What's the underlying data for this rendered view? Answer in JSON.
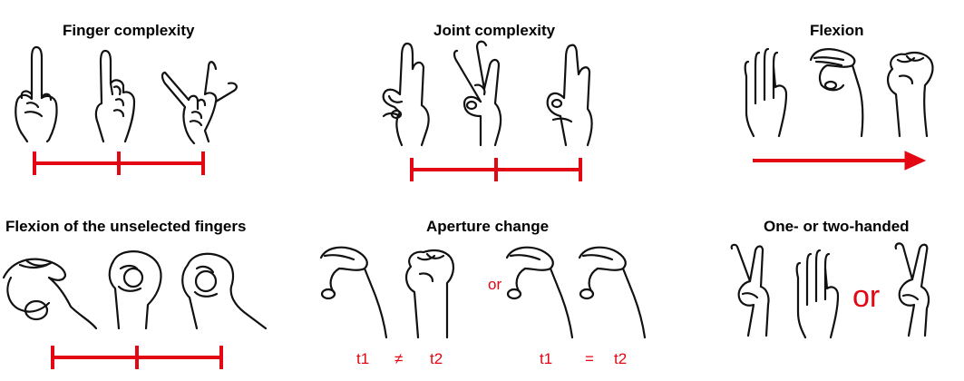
{
  "panels": {
    "finger_complexity": {
      "title": "Finger complexity"
    },
    "joint_complexity": {
      "title": "Joint complexity"
    },
    "flexion": {
      "title": "Flexion"
    },
    "flexion_unselected": {
      "title": "Flexion of the unselected fingers"
    },
    "aperture_change": {
      "title": "Aperture change",
      "or_label": "or",
      "left": {
        "t1": "t1",
        "relation": "≠",
        "t2": "t2"
      },
      "right": {
        "t1": "t1",
        "relation": "=",
        "t2": "t2"
      }
    },
    "handedness": {
      "title": "One- or two-handed",
      "or_label": "or"
    }
  },
  "colors": {
    "accent": "#e30613",
    "ink": "#111111"
  },
  "icons": [
    "hand-illustration",
    "scale-bar",
    "arrow-right"
  ]
}
